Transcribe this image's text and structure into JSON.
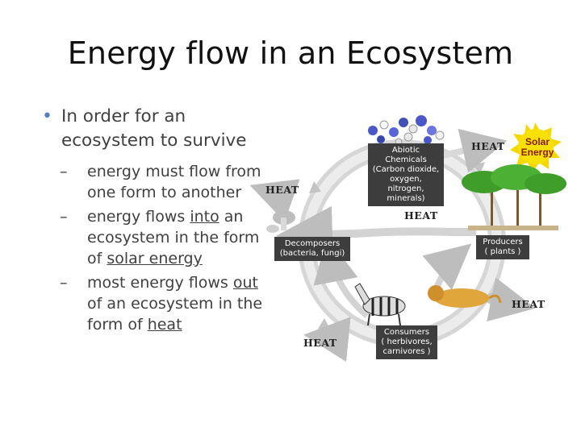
{
  "slide": {
    "title": "Energy flow in an Ecosystem",
    "bullet": "In order for an ecosystem to survive",
    "sub_bullets": [
      {
        "before": "energy must flow from one form to another",
        "underlined": "",
        "after": ""
      },
      {
        "before": "energy flows ",
        "underlined": "into",
        "middle": " an ecosystem in the form of ",
        "underlined2": "solar energy",
        "after": ""
      },
      {
        "before": "most energy flows ",
        "underlined": "out",
        "middle": " of an ecosystem in the form of ",
        "underlined2": "heat",
        "after": ""
      }
    ]
  },
  "diagram": {
    "nodes": {
      "abiotic": "Abiotic Chemicals\n(Carbon dioxide,\noxygen, nitrogen,\nminerals)",
      "producers": "Producers\n( plants )",
      "consumers": "Consumers\n( herbivores,\ncarnivores )",
      "decomposers": "Decomposers\n(bacteria, fungi)",
      "solar": "Solar\nEnergy"
    },
    "heat_label": "HEAT",
    "colors": {
      "arrow": "#cfcfcf",
      "label_bg": "#3d3d3d",
      "sun": "#f5d800",
      "bullet": "#4f81bd"
    }
  }
}
